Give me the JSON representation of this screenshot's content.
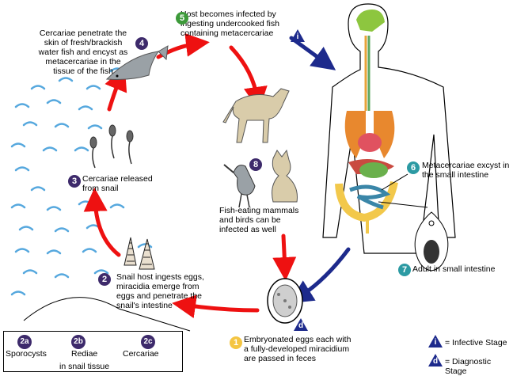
{
  "steps": {
    "s1": {
      "num": "1",
      "text": "Embryonated eggs each with\na fully-developed miracidium\nare passed in feces"
    },
    "s2": {
      "num": "2",
      "text": "Snail host ingests eggs,\nmiracidia emerge from\neggs and penetrate the\nsnail's intestine"
    },
    "s3": {
      "num": "3",
      "text": "Cercariae released\nfrom snail"
    },
    "s4": {
      "num": "4",
      "text": "Cercariae penetrate the\nskin of fresh/brackish\nwater fish and encyst as\nmetacercariae in the\ntissue of the fish"
    },
    "s5": {
      "num": "5",
      "text": "Host becomes infected by\ningesting undercooked fish\ncontaining metacercariae"
    },
    "s6": {
      "num": "6",
      "text": "Metacercariae excyst in\nthe small intestine"
    },
    "s7": {
      "num": "7",
      "text": "Adult in small intestine"
    },
    "s8": {
      "num": "8",
      "text": "Fish-eating mammals\nand birds can be\ninfected as well"
    }
  },
  "snail_stages": {
    "s2a": {
      "num": "2a",
      "label": "Sporocysts"
    },
    "s2b": {
      "num": "2b",
      "label": "Rediae"
    },
    "s2c": {
      "num": "2c",
      "label": "Cercariae"
    },
    "caption": "in snail tissue"
  },
  "legend": {
    "infective_symbol": "i",
    "infective_label": "= Infective Stage",
    "diagnostic_symbol": "d",
    "diagnostic_label": "= Diagnostic Stage"
  },
  "markers": {
    "infective": "i",
    "diagnostic": "d"
  },
  "colors": {
    "arrow_red": "#ee1111",
    "arrow_blue": "#1d2a8c",
    "step_purple": "#3d2a6b",
    "step_green": "#3d9a3a",
    "step_teal": "#2c9aa3",
    "step_yellow": "#f4c542",
    "water_blue": "#56a8de"
  }
}
